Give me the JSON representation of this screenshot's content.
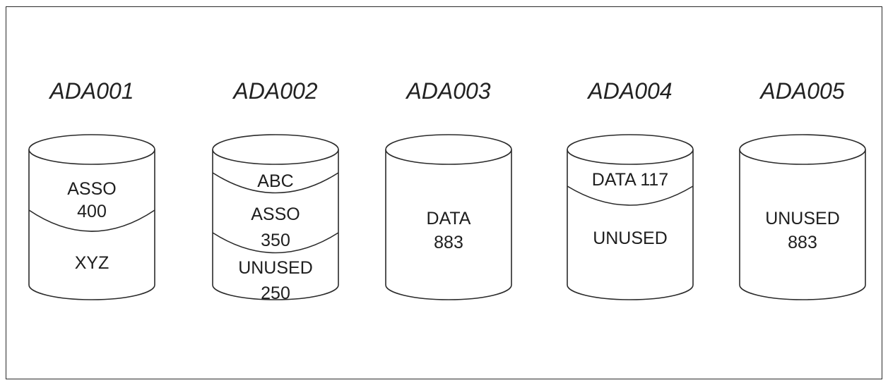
{
  "diagram": {
    "volumes": [
      {
        "name": "ADA001",
        "segments": [
          {
            "lines": [
              "ASSO",
              "400"
            ]
          },
          {
            "lines": [
              "XYZ"
            ]
          }
        ]
      },
      {
        "name": "ADA002",
        "segments": [
          {
            "lines": [
              "ABC"
            ]
          },
          {
            "lines": [
              "ASSO",
              "350"
            ]
          },
          {
            "lines": [
              "UNUSED",
              "250"
            ]
          }
        ]
      },
      {
        "name": "ADA003",
        "segments": [
          {
            "lines": [
              "DATA",
              "883"
            ]
          }
        ]
      },
      {
        "name": "ADA004",
        "segments": [
          {
            "lines": [
              "DATA 117"
            ]
          },
          {
            "lines": [
              "UNUSED"
            ]
          }
        ]
      },
      {
        "name": "ADA005",
        "segments": [
          {
            "lines": [
              "UNUSED",
              "883"
            ]
          }
        ]
      }
    ]
  }
}
